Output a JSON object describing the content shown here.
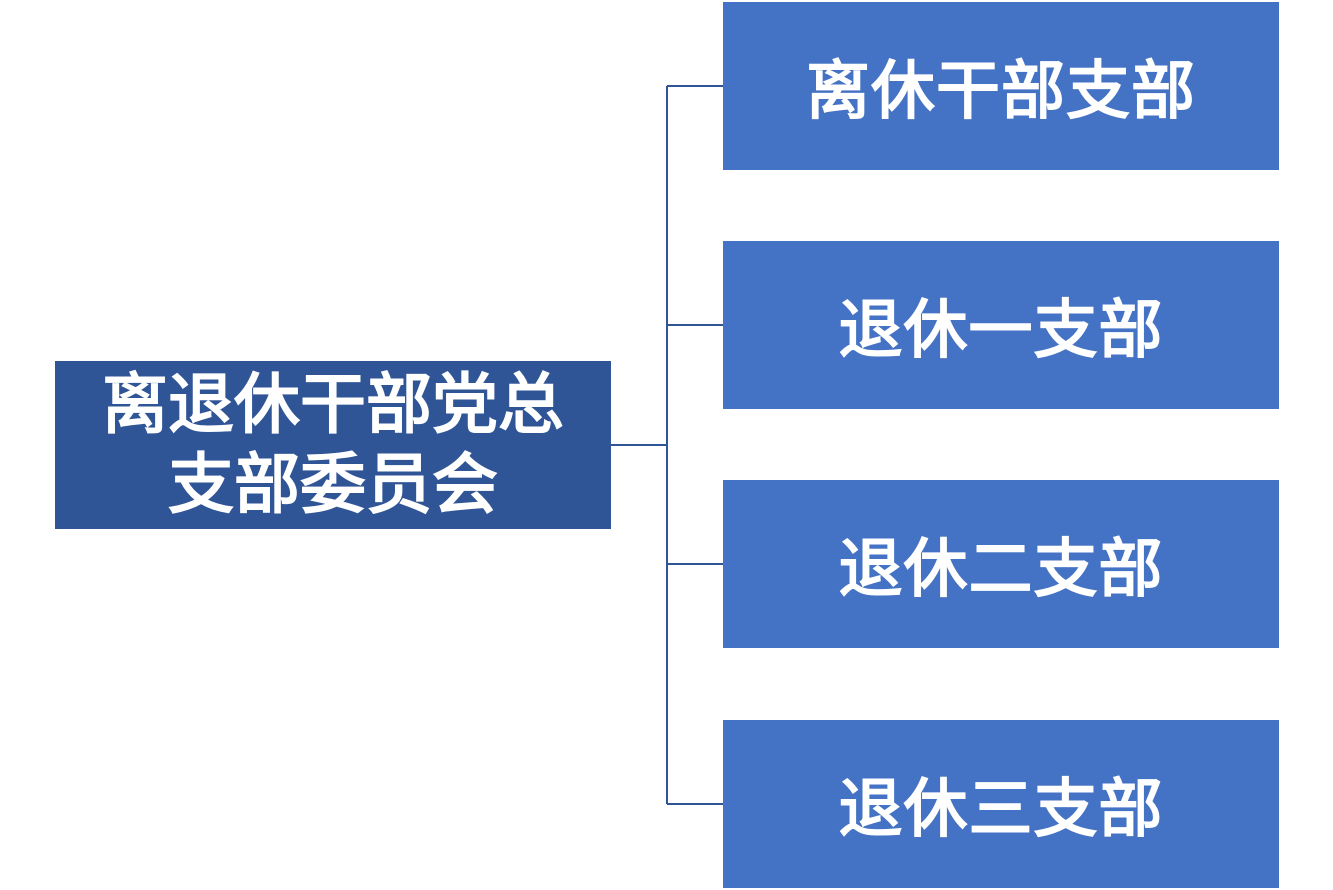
{
  "colors": {
    "root_fill": "#2f5597",
    "child_fill": "#4472c4",
    "connector": "#2f5597",
    "text": "#ffffff"
  },
  "root": {
    "line1": "离退休干部党总",
    "line2": "支部委员会"
  },
  "children": [
    {
      "label": "离休干部支部"
    },
    {
      "label": "退休一支部"
    },
    {
      "label": "退休二支部"
    },
    {
      "label": "退休三支部"
    }
  ]
}
